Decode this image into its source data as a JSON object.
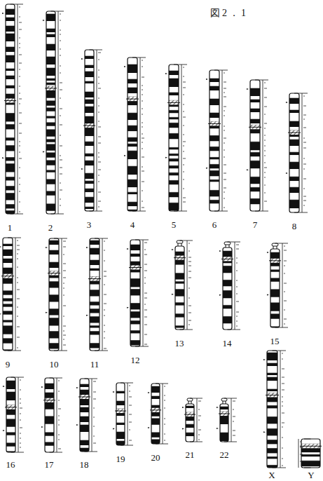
{
  "diagram": {
    "title": "図2．1",
    "labels": [
      "1",
      "2",
      "3",
      "4",
      "5",
      "6",
      "7",
      "8",
      "9",
      "10",
      "11",
      "12",
      "13",
      "14",
      "15",
      "16",
      "17",
      "18",
      "19",
      "20",
      "21",
      "22",
      "X",
      "Y"
    ]
  }
}
